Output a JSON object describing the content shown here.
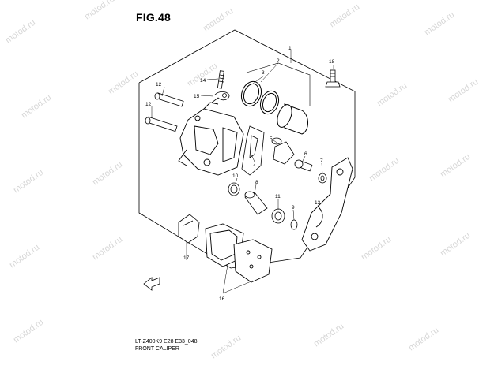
{
  "figure": {
    "title": "FIG.48",
    "code": "LT-Z400K9 E28 E33_048",
    "name": "FRONT CALIPER"
  },
  "watermark": "motod.ru",
  "callouts": [
    {
      "id": "c1",
      "text": "1"
    },
    {
      "id": "c2",
      "text": "2"
    },
    {
      "id": "c3",
      "text": "3"
    },
    {
      "id": "c4",
      "text": "4"
    },
    {
      "id": "c5",
      "text": "5"
    },
    {
      "id": "c6",
      "text": "6"
    },
    {
      "id": "c7",
      "text": "7"
    },
    {
      "id": "c8",
      "text": "8"
    },
    {
      "id": "c9",
      "text": "9"
    },
    {
      "id": "c10",
      "text": "10"
    },
    {
      "id": "c11",
      "text": "11"
    },
    {
      "id": "c12a",
      "text": "12"
    },
    {
      "id": "c12b",
      "text": "12"
    },
    {
      "id": "c13",
      "text": "13"
    },
    {
      "id": "c14",
      "text": "14"
    },
    {
      "id": "c15",
      "text": "15"
    },
    {
      "id": "c16",
      "text": "16"
    },
    {
      "id": "c17",
      "text": "17"
    },
    {
      "id": "c18",
      "text": "18"
    }
  ]
}
